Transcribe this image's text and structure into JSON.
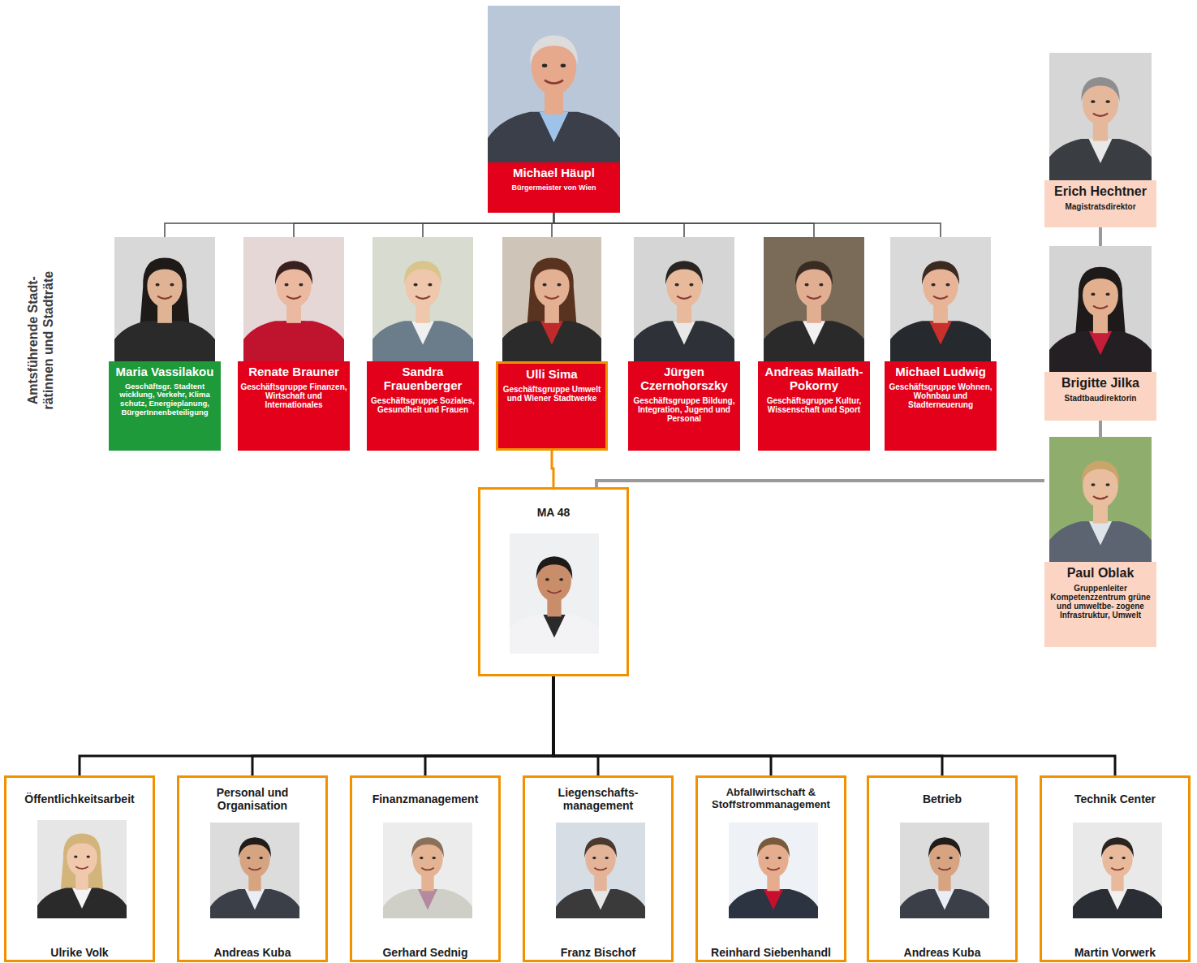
{
  "diagram": {
    "nodes": [
      {
        "text": [
          "Michael Häupl",
          "Bürgermeister von Wien"
        ]
      },
      {
        "text": [
          "Maria Vassilakou",
          "Geschäftsgr. Stadtent wicklung, Verkehr, Klima schutz, Energieplanung, BürgerInnenbeteiligung"
        ]
      },
      {
        "text": [
          "Renate Brauner",
          "Geschäftsgruppe Finanzen, Wirtschaft und Internationales"
        ]
      },
      {
        "text": [
          "Sandra Frauenberger",
          "Geschäftsgruppe Soziales, Gesundheit und Frauen"
        ]
      },
      {
        "text": [
          "Ulli Sima",
          "Geschäftsgruppe Umwelt und Wiener Stadtwerke"
        ]
      },
      {
        "text": [
          "Jürgen Czernohorszky",
          "Geschäftsgruppe Bildung, Integration, Jugend und Personal"
        ]
      },
      {
        "text": [
          "Andreas Mailath-Pokorny",
          "Geschäftsgruppe Kultur, Wissenschaft und Sport"
        ]
      },
      {
        "text": [
          "Michael Ludwig",
          "Geschäftsgruppe Wohnen, Wohnbau und Stadterneuerung"
        ]
      },
      {
        "text": [
          "Erich Hechtner",
          "Magistratsdirektor"
        ]
      },
      {
        "text": [
          "Brigitte Jilka",
          "Stadtbaudirektorin"
        ]
      },
      {
        "text": [
          "Paul Oblak",
          "Gruppenleiter Kompetenzzentrum grüne und umweltbe- zogene Infrastruktur, Umwelt"
        ]
      },
      {
        "text": [
          "MA 48"
        ]
      },
      {
        "text": [
          "Öffentlichkeitsarbeit",
          "Ulrike Volk"
        ]
      },
      {
        "text": [
          "Personal und Organisation",
          "Andreas Kuba"
        ]
      },
      {
        "text": [
          "Finanzmanagement",
          "Gerhard Sednig"
        ]
      },
      {
        "text": [
          "Liegenschafts- management",
          "Franz Bischof"
        ]
      },
      {
        "text": [
          "Abfallwirtschaft & Stoffstrommanagement",
          "Reinhard Siebenhandl"
        ]
      },
      {
        "text": [
          "Betrieb",
          "Andreas Kuba"
        ]
      },
      {
        "text": [
          "Technik Center",
          "Martin Vorwerk"
        ]
      }
    ],
    "edges": [
      {
        "from": 0,
        "to": 1,
        "arrow": "none"
      },
      {
        "from": 0,
        "to": 2,
        "arrow": "none"
      },
      {
        "from": 0,
        "to": 3,
        "arrow": "none"
      },
      {
        "from": 0,
        "to": 4,
        "arrow": "none"
      },
      {
        "from": 0,
        "to": 5,
        "arrow": "none"
      },
      {
        "from": 0,
        "to": 6,
        "arrow": "none"
      },
      {
        "from": 0,
        "to": 7,
        "arrow": "none"
      },
      {
        "from": 4,
        "to": 11,
        "arrow": "none"
      },
      {
        "from": 8,
        "to": 9,
        "arrow": "none"
      },
      {
        "from": 9,
        "to": 10,
        "arrow": "none"
      },
      {
        "from": 10,
        "to": 11,
        "arrow": "none"
      },
      {
        "from": 11,
        "to": 12,
        "arrow": "none"
      },
      {
        "from": 11,
        "to": 13,
        "arrow": "none"
      },
      {
        "from": 11,
        "to": 14,
        "arrow": "none"
      },
      {
        "from": 11,
        "to": 15,
        "arrow": "none"
      },
      {
        "from": 11,
        "to": 16,
        "arrow": "none"
      },
      {
        "from": 11,
        "to": 17,
        "arrow": "none"
      },
      {
        "from": 11,
        "to": 18,
        "arrow": "none"
      }
    ],
    "labels": [
      "Amtsführende Stadt- rätinnen und Stadträte"
    ]
  }
}
